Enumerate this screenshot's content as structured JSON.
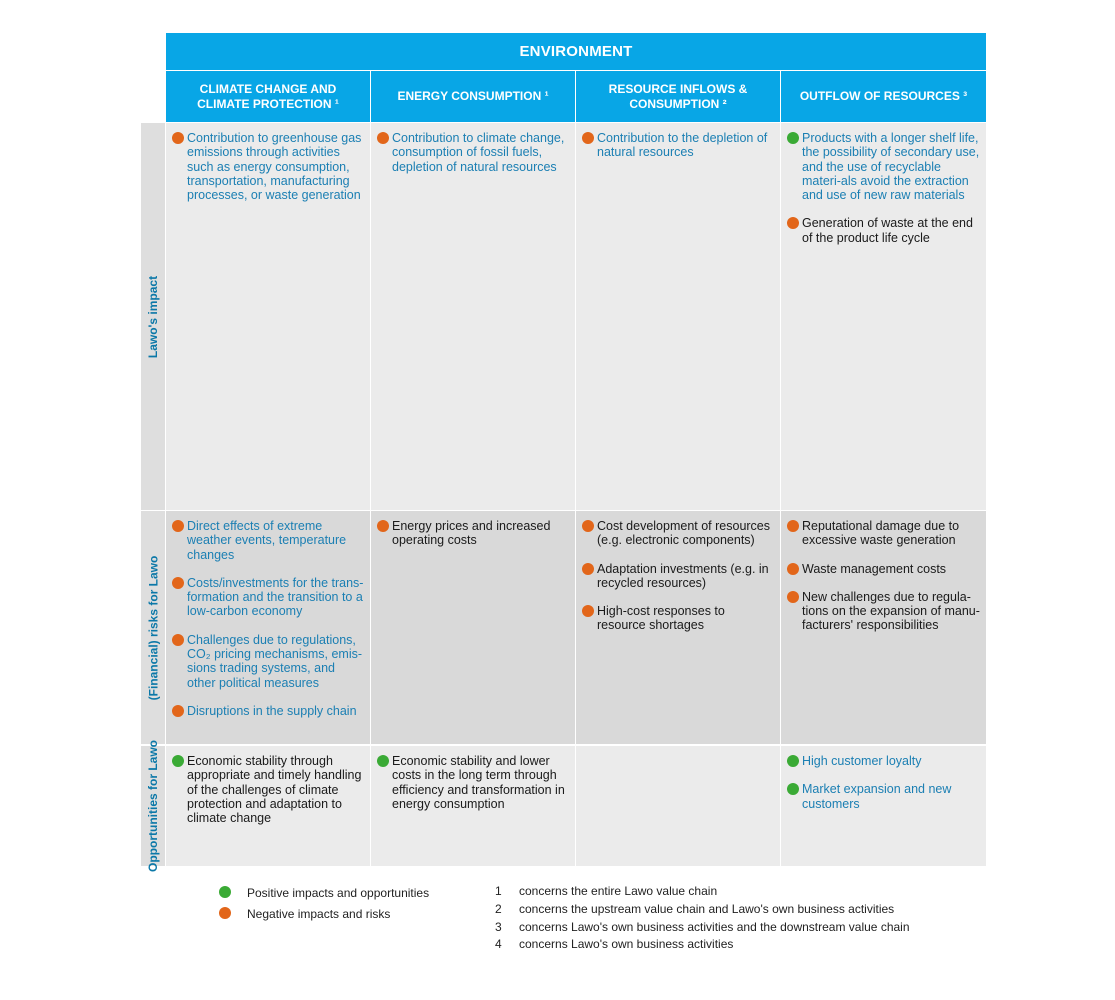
{
  "header": {
    "title": "ENVIRONMENT"
  },
  "columns": [
    {
      "label": "CLIMATE CHANGE AND CLIMATE PROTECTION ¹"
    },
    {
      "label": "ENERGY CONSUMPTION ¹"
    },
    {
      "label": "RESOURCE INFLOWS & CONSUMPTION ²"
    },
    {
      "label": "OUTFLOW OF RESOURCES ³"
    }
  ],
  "rows": [
    {
      "label": "Lawo's impact",
      "cells": [
        {
          "items": [
            {
              "type": "negative",
              "color": "blue",
              "text": "Contribution to greenhouse gas emissions through activities such as energy consumption, transportation, manufacturing processes, or waste generation"
            }
          ]
        },
        {
          "items": [
            {
              "type": "negative",
              "color": "blue",
              "text": "Contribution to climate change, consumption of fossil fuels, depletion of natural resources"
            }
          ]
        },
        {
          "items": [
            {
              "type": "negative",
              "color": "blue",
              "text": "Contribution to the depletion of natural resources"
            }
          ]
        },
        {
          "items": [
            {
              "type": "positive",
              "color": "blue",
              "text": "Products with a longer shelf life, the possibility of secondary use, and the use of recyclable materi-als avoid the extraction and use of new raw materials"
            },
            {
              "type": "negative",
              "color": "black",
              "text": "Generation of waste at the end of the product life cycle"
            }
          ]
        }
      ]
    },
    {
      "label": "(Financial) risks for Lawo",
      "cells": [
        {
          "items": [
            {
              "type": "negative",
              "color": "blue",
              "text": "Direct effects of extreme weather events, temperature changes"
            },
            {
              "type": "negative",
              "color": "blue",
              "text": "Costs/investments for the trans-formation and the transition to a low-carbon economy"
            },
            {
              "type": "negative",
              "color": "blue",
              "text": "Challenges due to regulations, CO₂ pricing mechanisms, emis-sions trading systems, and other political measures"
            },
            {
              "type": "negative",
              "color": "blue",
              "text": "Disruptions in the supply chain"
            }
          ]
        },
        {
          "items": [
            {
              "type": "negative",
              "color": "black",
              "text": "Energy prices and increased operating costs"
            }
          ]
        },
        {
          "items": [
            {
              "type": "negative",
              "color": "black",
              "text": "Cost development of resources (e.g. electronic components)"
            },
            {
              "type": "negative",
              "color": "black",
              "text": "Adaptation investments (e.g. in recycled resources)"
            },
            {
              "type": "negative",
              "color": "black",
              "text": "High-cost responses to resource shortages"
            }
          ]
        },
        {
          "items": [
            {
              "type": "negative",
              "color": "black",
              "text": "Reputational damage due to excessive waste generation"
            },
            {
              "type": "negative",
              "color": "black",
              "text": "Waste management costs"
            },
            {
              "type": "negative",
              "color": "black",
              "text": "New challenges due to regula-tions on the expansion of manu-facturers' responsibilities"
            }
          ]
        }
      ]
    },
    {
      "label": "Opportunities for Lawo",
      "cells": [
        {
          "items": [
            {
              "type": "positive",
              "color": "black",
              "text": "Economic stability through appropriate and timely handling of the challenges of climate protection and adaptation to climate change"
            }
          ]
        },
        {
          "items": [
            {
              "type": "positive",
              "color": "black",
              "text": "Economic stability and lower costs in the long term through efficiency and transformation in energy consumption"
            }
          ]
        },
        {
          "items": []
        },
        {
          "items": [
            {
              "type": "positive",
              "color": "blue",
              "text": "High customer loyalty"
            },
            {
              "type": "positive",
              "color": "blue",
              "text": "Market expansion and new customers"
            }
          ]
        }
      ]
    }
  ],
  "legend": [
    {
      "type": "positive",
      "label": "Positive impacts and opportunities"
    },
    {
      "type": "negative",
      "label": "Negative impacts and risks"
    }
  ],
  "footnotes": [
    {
      "num": "1",
      "text": "concerns the entire Lawo value chain"
    },
    {
      "num": "2",
      "text": "concerns the upstream value chain and Lawo's own business activities"
    },
    {
      "num": "3",
      "text": "concerns Lawo's own business activities and the downstream value chain"
    },
    {
      "num": "4",
      "text": "concerns Lawo's own business activities"
    }
  ],
  "colors": {
    "header": "#08a6e6",
    "negative": "#e2661a",
    "positive": "#3aaa35",
    "blue_text": "#1b7fb3"
  }
}
